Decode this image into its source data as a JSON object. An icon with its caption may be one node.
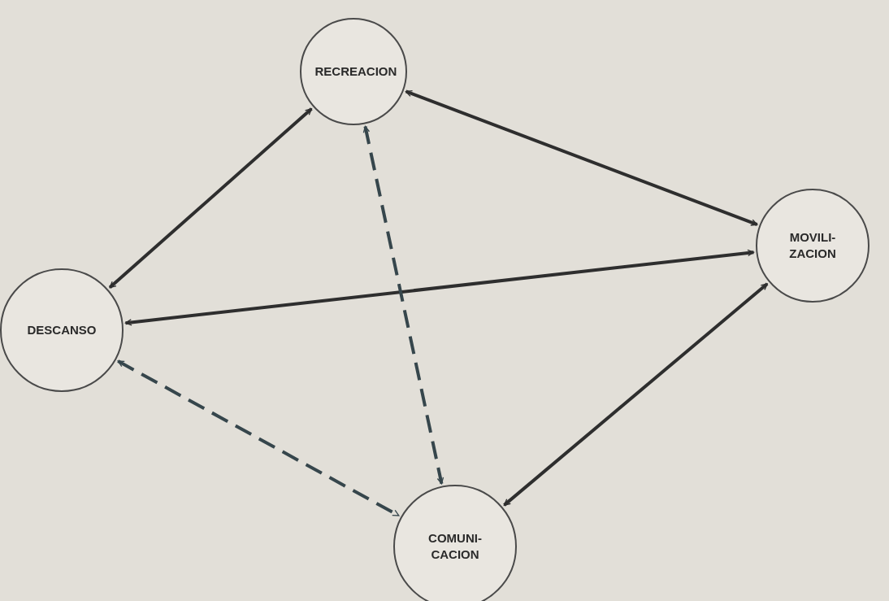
{
  "diagram": {
    "nodes": [
      {
        "text": [
          "RECREACION"
        ]
      },
      {
        "text": [
          "MOVILI- ZACION"
        ]
      },
      {
        "text": [
          "DESCANSO"
        ]
      },
      {
        "text": [
          "COMUNI- CACION"
        ]
      }
    ],
    "edges": [
      {
        "from": 2,
        "to": 0,
        "arrow": "both"
      },
      {
        "from": 0,
        "to": 1,
        "arrow": "both"
      },
      {
        "from": 2,
        "to": 1,
        "arrow": "both"
      },
      {
        "from": 0,
        "to": 3,
        "arrow": "both",
        "style": "dashed"
      },
      {
        "from": 2,
        "to": 3,
        "arrow": "both",
        "style": "dashed"
      },
      {
        "from": 1,
        "to": 3,
        "arrow": "both"
      }
    ]
  }
}
